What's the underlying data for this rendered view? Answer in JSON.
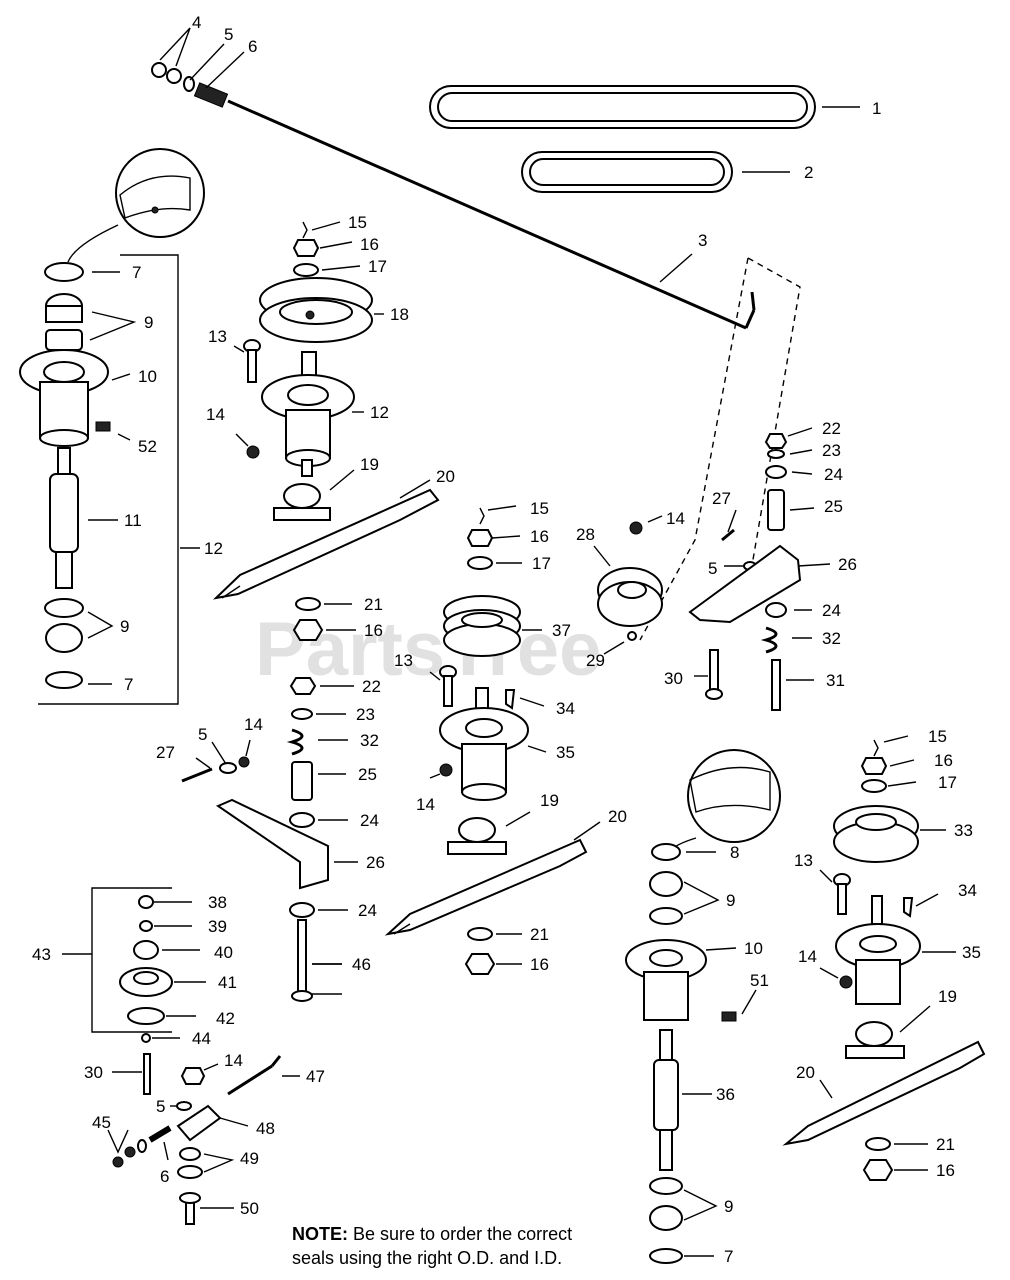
{
  "watermark": "PartsTree",
  "note": {
    "label": "NOTE:",
    "line1": "Be sure to order the correct",
    "line2": "seals using the right O.D. and I.D."
  },
  "callouts": [
    "1",
    "2",
    "3",
    "4",
    "5",
    "6",
    "7",
    "8",
    "9",
    "10",
    "11",
    "12",
    "13",
    "14",
    "15",
    "16",
    "17",
    "18",
    "19",
    "20",
    "21",
    "22",
    "23",
    "24",
    "25",
    "26",
    "27",
    "28",
    "29",
    "30",
    "31",
    "32",
    "33",
    "34",
    "35",
    "36",
    "37",
    "38",
    "39",
    "40",
    "41",
    "42",
    "43",
    "44",
    "45",
    "46",
    "47",
    "48",
    "49",
    "50",
    "51",
    "52"
  ]
}
